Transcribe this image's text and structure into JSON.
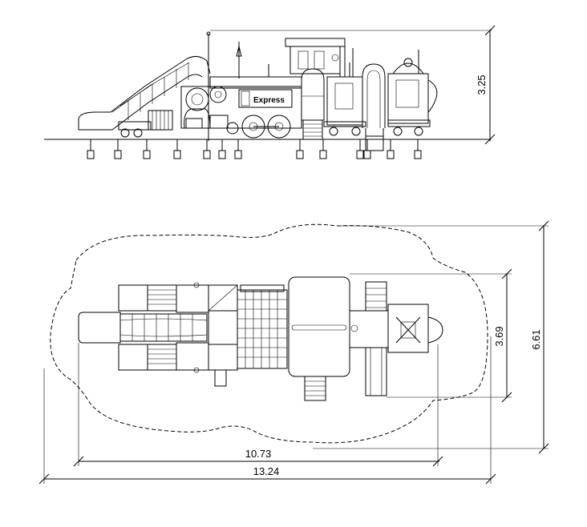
{
  "elevation": {
    "sign_text": "Express",
    "height_dim": "3.25"
  },
  "plan": {
    "depth_inner_dim": "3.69",
    "depth_outer_dim": "6.61",
    "length_inner_dim": "10.73",
    "length_outer_dim": "13.24"
  }
}
